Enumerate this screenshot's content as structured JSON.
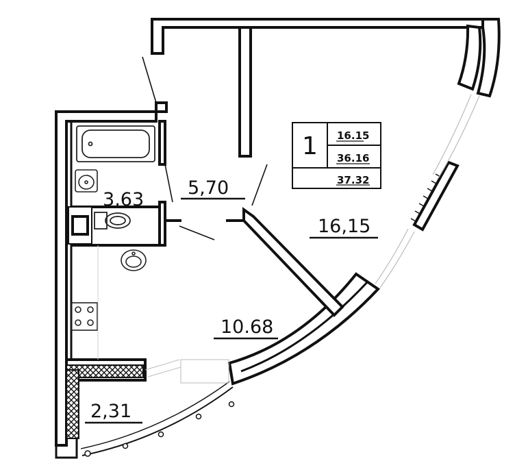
{
  "plan": {
    "summary": {
      "rooms": "1",
      "living_area": "16.15",
      "area_without_balcony": "36.16",
      "total_area": "37.32"
    },
    "rooms": [
      {
        "id": "living-room",
        "area": "16,15"
      },
      {
        "id": "hallway",
        "area": "5,70"
      },
      {
        "id": "bathroom",
        "area": "3,63"
      },
      {
        "id": "kitchen",
        "area": "10.68"
      },
      {
        "id": "balcony",
        "area": "2,31"
      }
    ],
    "colors": {
      "wall": "#111111",
      "fixture": "#222222",
      "window_line": "#bbbbbb"
    }
  }
}
